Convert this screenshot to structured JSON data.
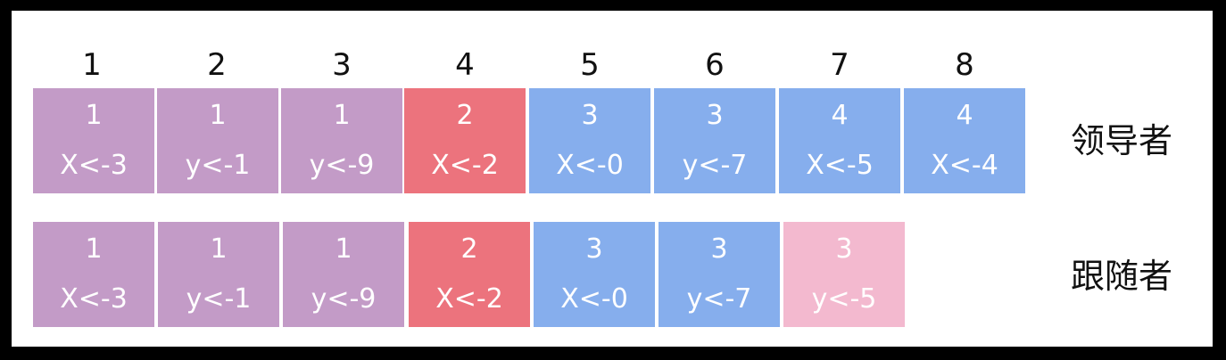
{
  "indices": [
    "1",
    "2",
    "3",
    "4",
    "5",
    "6",
    "7",
    "8"
  ],
  "colors": {
    "term1": "#c39bc7",
    "term2": "#ec737d",
    "term3": "#86aeed",
    "term4": "#86aeed",
    "uncommitted": "#f3b9cf"
  },
  "leader": {
    "label": "领导者",
    "entries": [
      {
        "term": "1",
        "cmd": "X<-3",
        "color": "#c39bc7"
      },
      {
        "term": "1",
        "cmd": "y<-1",
        "color": "#c39bc7"
      },
      {
        "term": "1",
        "cmd": "y<-9",
        "color": "#c39bc7"
      },
      {
        "term": "2",
        "cmd": "X<-2",
        "color": "#ec737d"
      },
      {
        "term": "3",
        "cmd": "X<-0",
        "color": "#86aeed"
      },
      {
        "term": "3",
        "cmd": "y<-7",
        "color": "#86aeed"
      },
      {
        "term": "4",
        "cmd": "X<-5",
        "color": "#86aeed"
      },
      {
        "term": "4",
        "cmd": "X<-4",
        "color": "#86aeed"
      }
    ]
  },
  "follower": {
    "label": "跟随者",
    "entries": [
      {
        "term": "1",
        "cmd": "X<-3",
        "color": "#c39bc7"
      },
      {
        "term": "1",
        "cmd": "y<-1",
        "color": "#c39bc7"
      },
      {
        "term": "1",
        "cmd": "y<-9",
        "color": "#c39bc7"
      },
      {
        "term": "2",
        "cmd": "X<-2",
        "color": "#ec737d"
      },
      {
        "term": "3",
        "cmd": "X<-0",
        "color": "#86aeed"
      },
      {
        "term": "3",
        "cmd": "y<-7",
        "color": "#86aeed"
      },
      {
        "term": "3",
        "cmd": "y<-5",
        "color": "#f3b9cf"
      }
    ]
  }
}
